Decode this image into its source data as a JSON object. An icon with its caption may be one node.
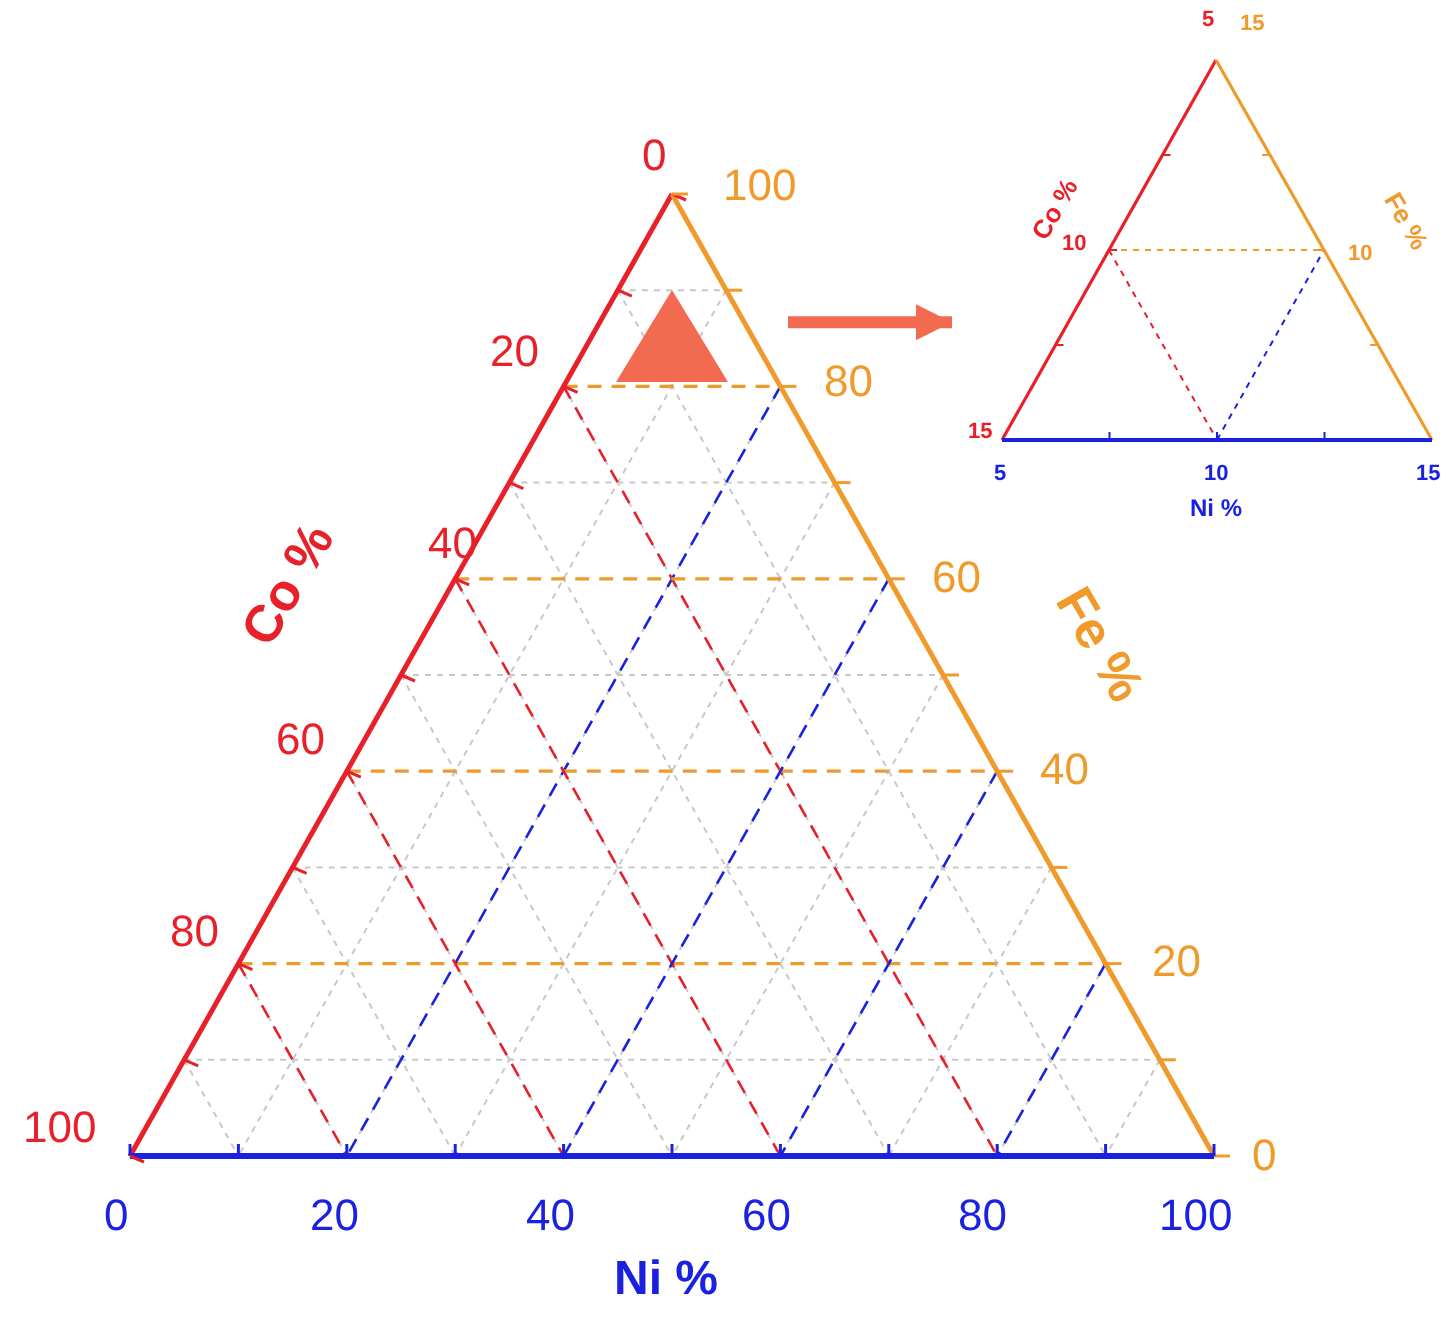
{
  "diagram": {
    "nodes": [
      {
        "text": [],
        "shape": "triangle"
      },
      {
        "text": [],
        "shape": "picture"
      }
    ],
    "edges": [
      {
        "from": 0,
        "to": 1,
        "arrow": "to",
        "color": "#f26b50"
      }
    ],
    "labels": [
      "0",
      "100",
      "5",
      "15",
      "Co %",
      "10",
      "10",
      "Fe %",
      "20",
      "80",
      "15",
      "5",
      "10",
      "15",
      "Ni %",
      "Co %",
      "40",
      "60",
      "Fe %",
      "60",
      "40",
      "80",
      "20",
      "100",
      "0",
      "0",
      "20",
      "40",
      "60",
      "80",
      "100",
      "Ni %"
    ]
  }
}
